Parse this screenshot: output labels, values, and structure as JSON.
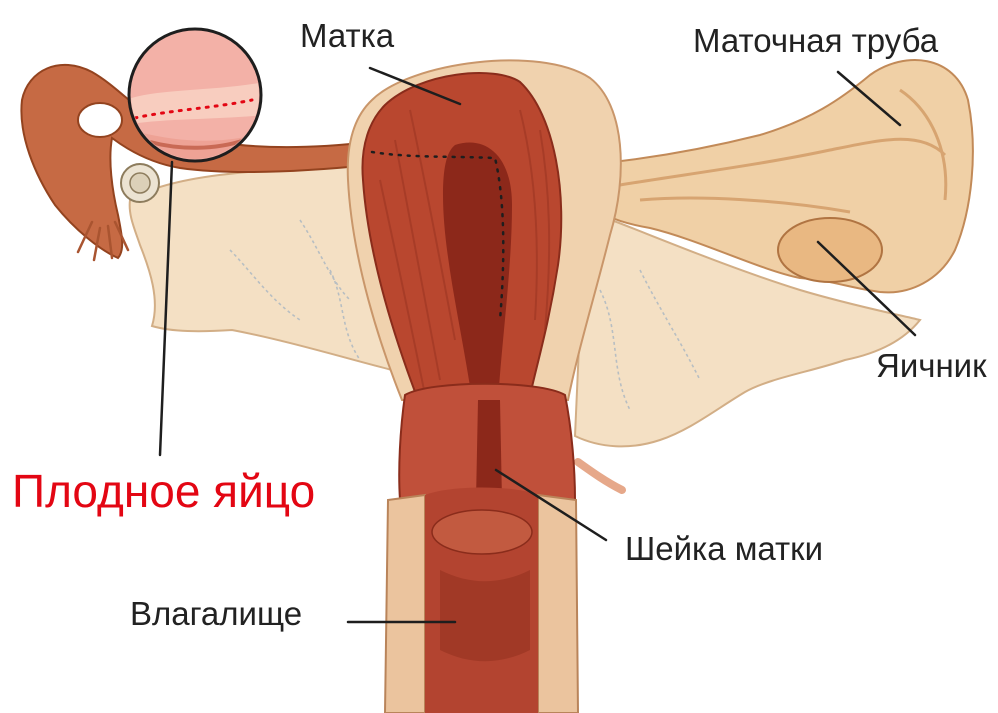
{
  "labels": {
    "uterus": "Матка",
    "fallopian_tube": "Маточная труба",
    "ovary": "Яичник",
    "fertilized_egg": "Плодное яйцо",
    "cervix": "Шейка матки",
    "vagina": "Влагалище"
  },
  "colors": {
    "label": "#222222",
    "highlight_label": "#e30613",
    "muscle": "#b9472f",
    "tissue": "#f0d2ae"
  }
}
